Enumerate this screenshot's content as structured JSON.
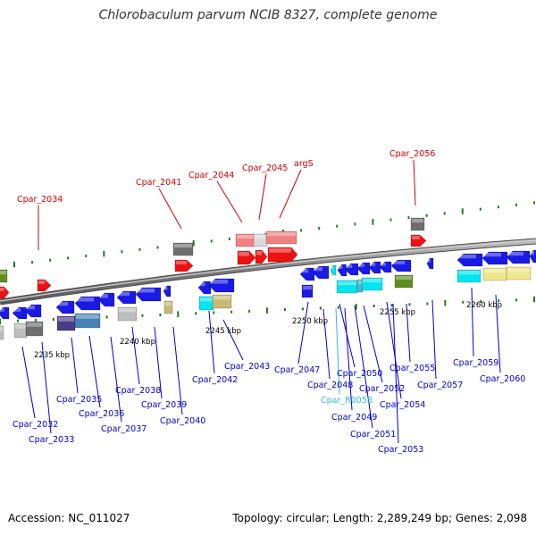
{
  "title": "Chlorobaculum parvum NCIB 8327, complete genome",
  "footer": {
    "accession": "Accession: NC_011027",
    "topology": "Topology: circular; Length: 2,289,249 bp; Genes: 2,098"
  },
  "scale_labels": [
    "2235 kbp",
    "2240 kbp",
    "2245 kbp",
    "2250 kbp",
    "2255 kbp",
    "2260 kbp"
  ],
  "colors": {
    "forward_label": "#cc0000",
    "reverse_label": "#0000cc",
    "rna_label": "#33bbdd",
    "backbone": "#8a8a8a",
    "tick": "#1f7a1f"
  },
  "forward_genes": [
    "Cpar_2034",
    "Cpar_2041",
    "Cpar_2044",
    "Cpar_2045",
    "argS",
    "Cpar_2056"
  ],
  "reverse_genes": [
    "Cpar_2032",
    "Cpar_2033",
    "Cpar_2035",
    "Cpar_2036",
    "Cpar_2037",
    "Cpar_2038",
    "Cpar_2039",
    "Cpar_2040",
    "Cpar_2042",
    "Cpar_2043",
    "Cpar_2047",
    "Cpar_2048",
    "Cpar_R0058",
    "Cpar_2049",
    "Cpar_2050",
    "Cpar_2051",
    "Cpar_2052",
    "Cpar_2053",
    "Cpar_2054",
    "Cpar_2055",
    "Cpar_2057",
    "Cpar_2059",
    "Cpar_2060"
  ]
}
